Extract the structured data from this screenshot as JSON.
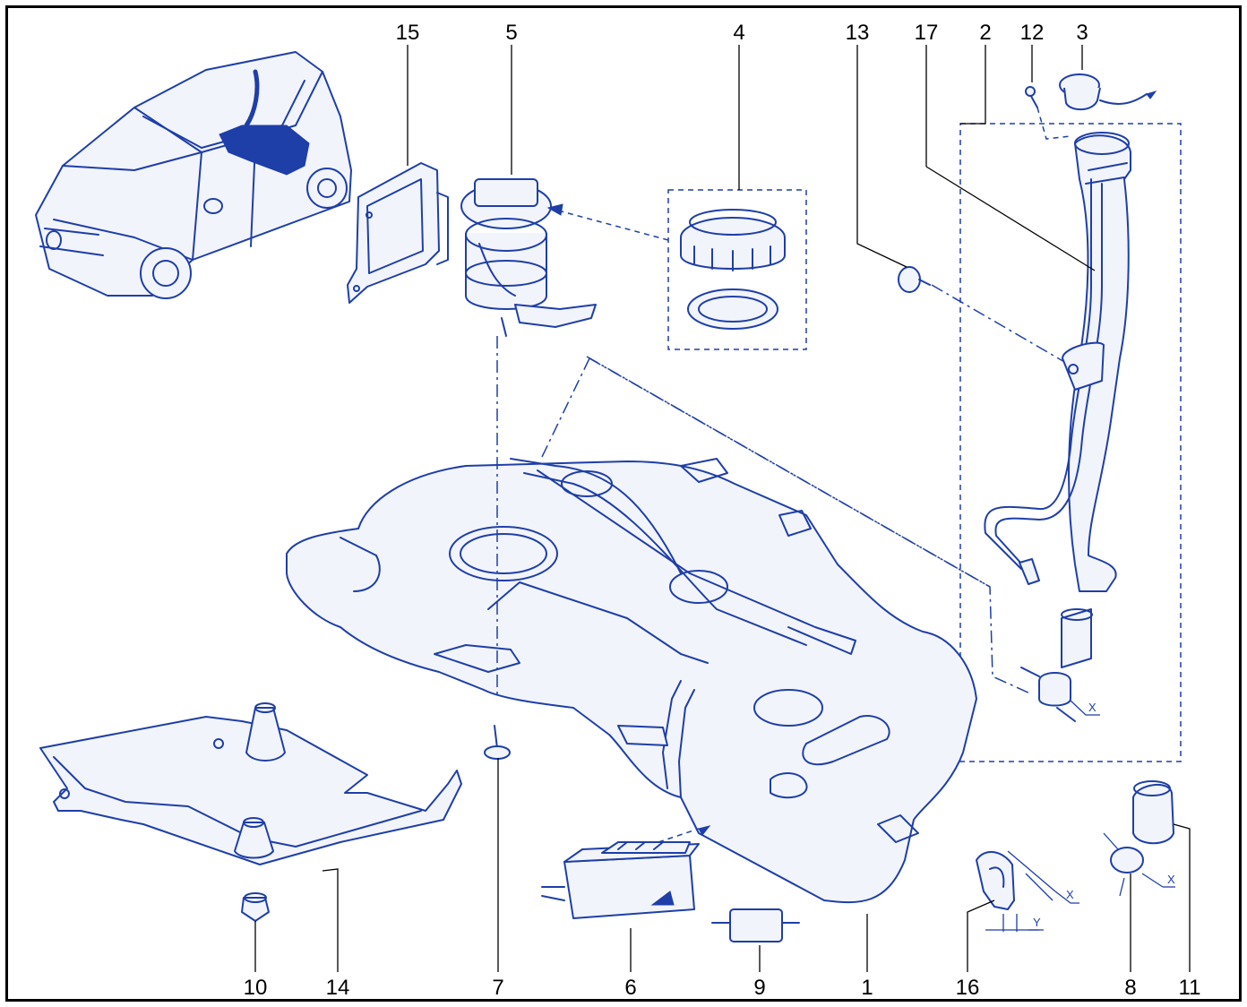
{
  "callouts": {
    "c15": "15",
    "c5": "5",
    "c4": "4",
    "c13": "13",
    "c17": "17",
    "c2": "2",
    "c12": "12",
    "c3": "3",
    "c10": "10",
    "c14": "14",
    "c7": "7",
    "c6": "6",
    "c9": "9",
    "c1": "1",
    "c16": "16",
    "c8": "8",
    "c11": "11"
  },
  "dimension_labels": {
    "x1": "X",
    "x2": "X",
    "x3": "X",
    "y1": "Y"
  },
  "colors": {
    "line": "#1e3fa8",
    "frame": "#000000",
    "fill": "#f2f4fb"
  }
}
